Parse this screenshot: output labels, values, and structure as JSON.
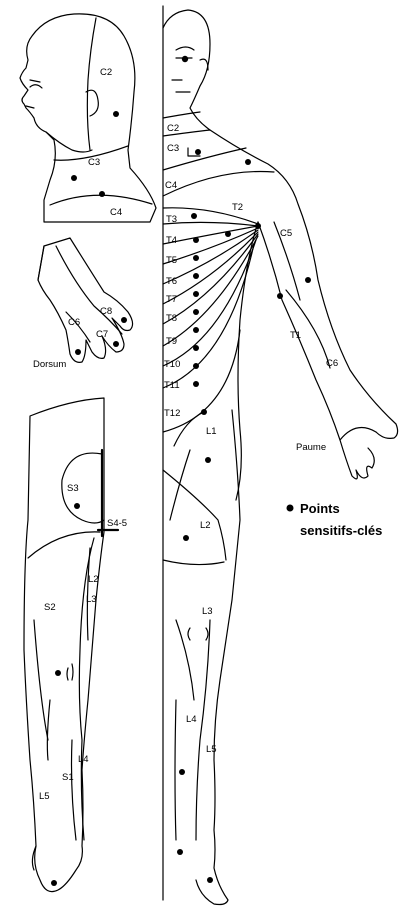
{
  "colors": {
    "ink": "#000000",
    "background": "#ffffff"
  },
  "labels": {
    "head_c2": "C2",
    "head_c3": "C3",
    "head_c4": "C4",
    "hand_c8": "C8",
    "hand_c7": "C7",
    "hand_c6": "C6",
    "hand_dorsum": "Dorsum",
    "leg_s3": "S3",
    "leg_s45": "S4-5",
    "leg_s2": "S2",
    "leg_l2": "L2",
    "leg_l3": "L3",
    "leg_l4": "L4",
    "leg_s1": "S1",
    "leg_l5": "L5",
    "body_c2": "C2",
    "body_c3": "C3",
    "body_c4": "C4",
    "body_t2": "T2",
    "body_t3": "T3",
    "body_t4": "T4",
    "body_t5": "T5",
    "body_t6": "T6",
    "body_t7": "T7",
    "body_t8": "T8",
    "body_t9": "T9",
    "body_t10": "T10",
    "body_t11": "T11",
    "body_t12": "T12",
    "body_c5": "C5",
    "body_t1": "T1",
    "body_c6": "C6",
    "body_paume": "Paume",
    "body_l1": "L1",
    "body_l2": "L2",
    "body_l3": "L3",
    "body_l4": "L4",
    "body_l5": "L5"
  },
  "legend": {
    "line1": "Points",
    "line2": "sensitifs-clés"
  }
}
